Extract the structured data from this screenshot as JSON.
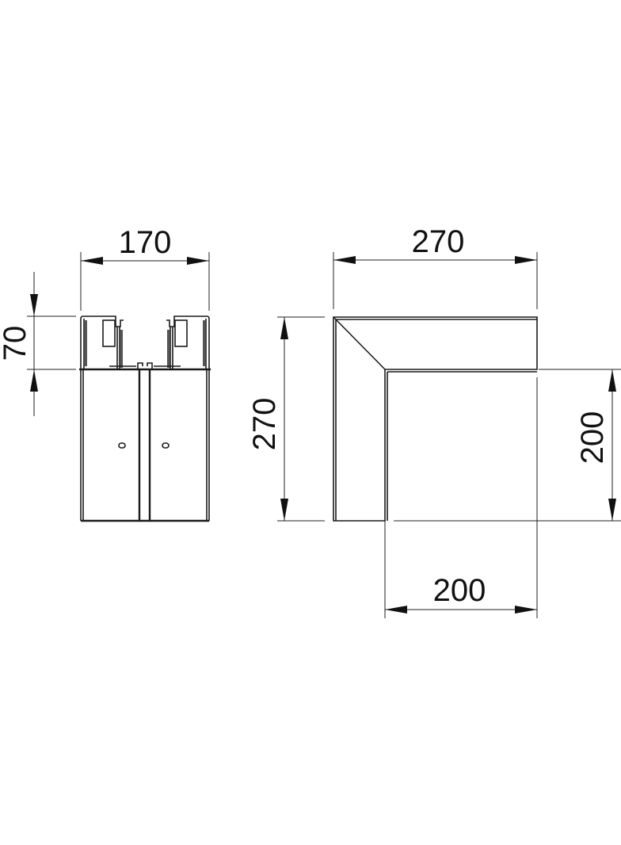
{
  "drawing": {
    "type": "technical dimension drawing",
    "views": [
      {
        "name": "front-view",
        "dimensions": {
          "width": "170",
          "height": "70"
        }
      },
      {
        "name": "top-view-flat-angle",
        "dimensions": {
          "width": "270",
          "height": "270",
          "inner_height": "200",
          "inner_width": "200"
        }
      }
    ]
  },
  "labels": {
    "front_width": "170",
    "front_height": "70",
    "angle_width": "270",
    "angle_height": "270",
    "angle_leg_height": "200",
    "angle_leg_width": "200"
  },
  "colors": {
    "line": "#1a1a1a",
    "background": "#ffffff"
  }
}
